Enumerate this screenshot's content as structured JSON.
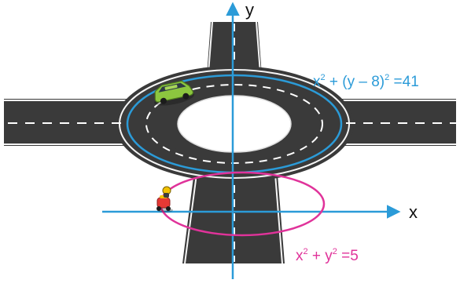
{
  "axes": {
    "x_label": "x",
    "y_label": "y",
    "color": "#2b9bd8"
  },
  "equations": {
    "large_circle": {
      "base1": "x",
      "exp1": "2",
      "mid": " + (y – 8)",
      "exp2": "2",
      "tail": " =41",
      "color": "#2b9bd8"
    },
    "small_circle": {
      "base1": "x",
      "exp1": "2",
      "mid": " + y",
      "exp2": "2",
      "tail": " =5",
      "color": "#e0339a"
    }
  },
  "colors": {
    "road": "#3a3a3a",
    "road_edge": "#f5f5f5",
    "lane_marking": "#ffffff",
    "car": "#8cc63f",
    "scooter": "#e53935"
  },
  "icons": {
    "car": "car-icon",
    "scooter": "scooter-icon"
  }
}
